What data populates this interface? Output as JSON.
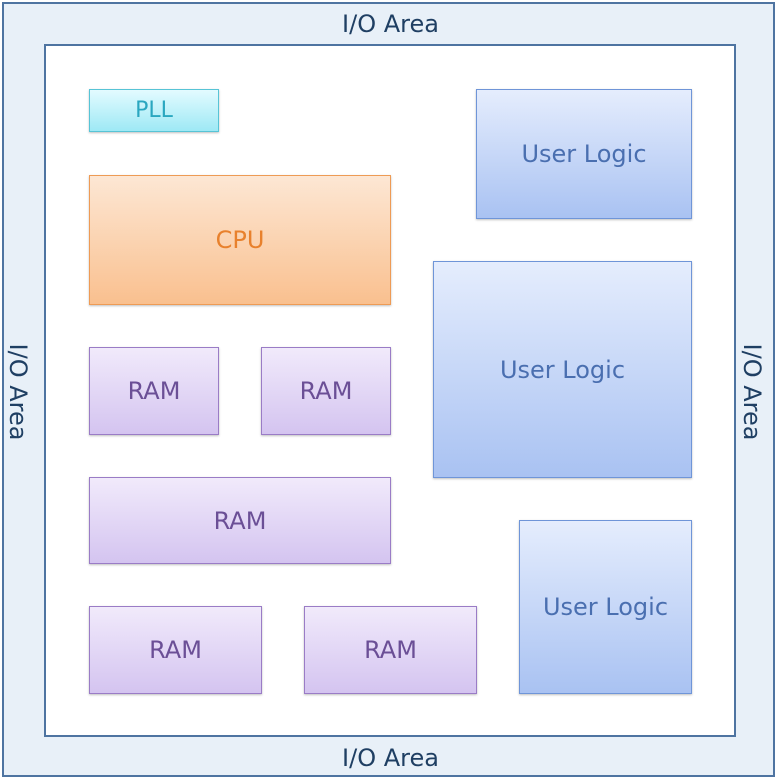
{
  "io_area": {
    "top": "I/O Area",
    "bottom": "I/O Area",
    "left": "I/O Area",
    "right": "I/O Area"
  },
  "blocks": {
    "pll": "PLL",
    "cpu": "CPU",
    "ram_1": "RAM",
    "ram_2": "RAM",
    "ram_3": "RAM",
    "ram_4": "RAM",
    "ram_5": "RAM",
    "user_logic_1": "User Logic",
    "user_logic_2": "User Logic",
    "user_logic_3": "User Logic"
  },
  "colors": {
    "io_border": "#4e74a1",
    "io_fill": "#e8f0f8",
    "pll": "#9ee9f5",
    "cpu": "#f9c08f",
    "ram": "#d4c4f0",
    "user_logic": "#a9c2f2"
  }
}
